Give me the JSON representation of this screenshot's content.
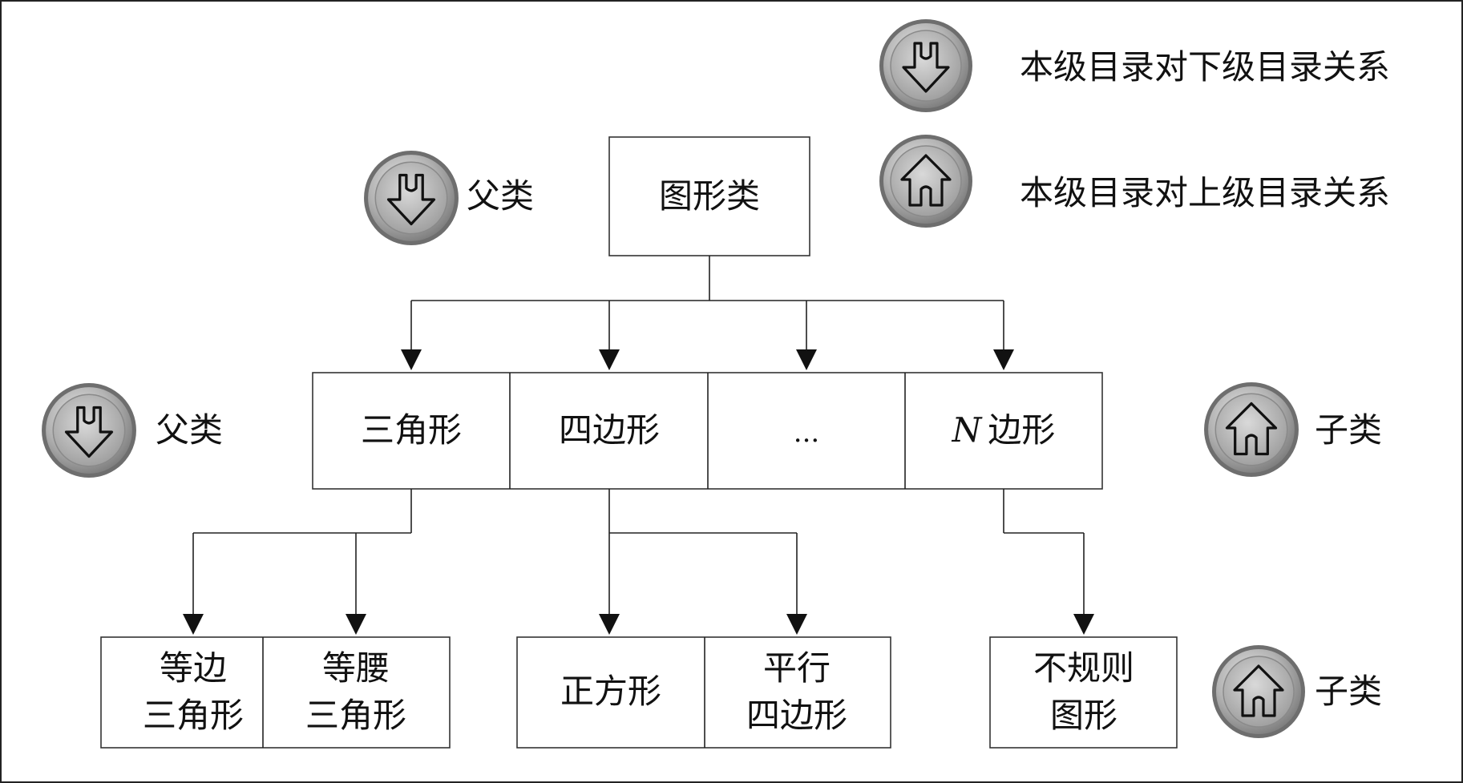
{
  "legend": {
    "down_text": "本级目录对下级目录关系",
    "up_text": "本级目录对上级目录关系",
    "down_icon": "down-arrow-badge-icon",
    "up_icon": "house-badge-icon"
  },
  "root": {
    "label": "图形类"
  },
  "level1": {
    "items": [
      {
        "label": "三角形"
      },
      {
        "label": "四边形"
      },
      {
        "label": "..."
      },
      {
        "label_italic": "N",
        "label": "边形"
      }
    ]
  },
  "level2": {
    "groups": [
      {
        "items": [
          {
            "lines": [
              "等边",
              "三角形"
            ]
          },
          {
            "lines": [
              "等腰",
              "三角形"
            ]
          }
        ]
      },
      {
        "items": [
          {
            "lines": [
              "正方形"
            ]
          },
          {
            "lines": [
              "平行",
              "四边形"
            ]
          }
        ]
      },
      {
        "items": [
          {
            "lines": [
              "不规则",
              "图形"
            ]
          }
        ]
      }
    ]
  },
  "annotations": {
    "parent_top": "父类",
    "parent_mid": "父类",
    "child_mid": "子类",
    "child_bottom": "子类"
  },
  "colors": {
    "badge_outer": "#8a8a8a",
    "badge_inner": "#b8b8b8",
    "line": "#222222"
  }
}
